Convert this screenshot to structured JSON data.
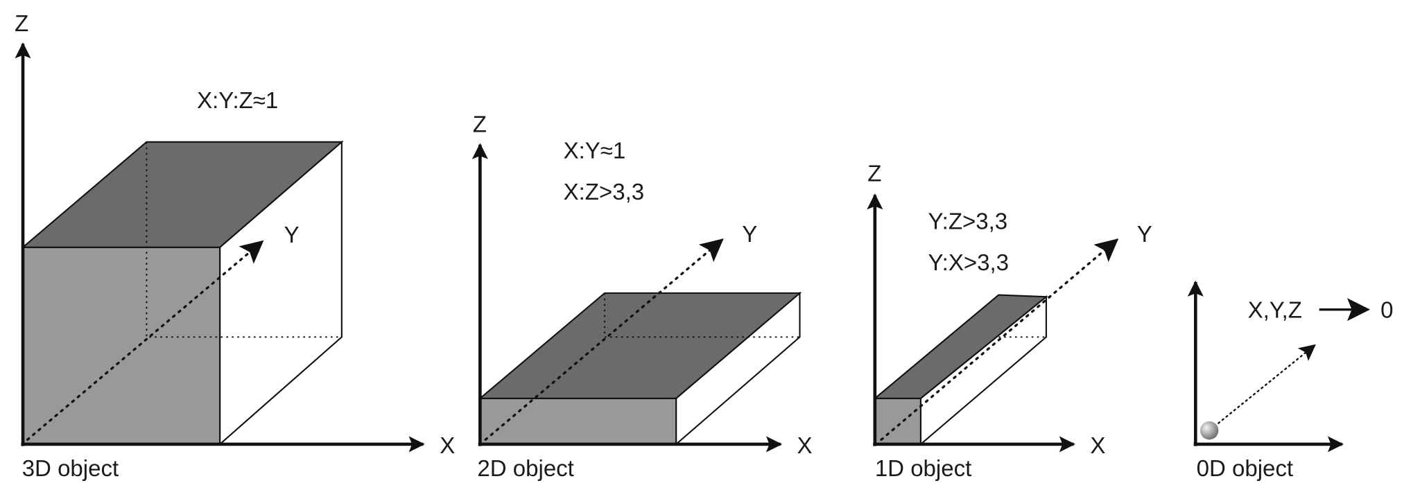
{
  "colors": {
    "front_face": "#999999",
    "top_face": "#6b6b6b",
    "side_face": "#ffffff",
    "line": "#111111"
  },
  "panels": [
    {
      "axis_z": "Z",
      "axis_y": "Y",
      "axis_x": "X",
      "ratios": [
        "X:Y:Z≈1"
      ],
      "caption": "3D object"
    },
    {
      "axis_z": "Z",
      "axis_y": "Y",
      "axis_x": "X",
      "ratios": [
        "X:Y≈1",
        "X:Z>3,3"
      ],
      "caption": "2D object"
    },
    {
      "axis_z": "Z",
      "axis_y": "Y",
      "axis_x": "X",
      "ratios": [
        "Y:Z>3,3",
        "Y:X>3,3"
      ],
      "caption": "1D object"
    },
    {
      "limit_vars": "X,Y,Z",
      "limit_value": "0",
      "caption": "0D object"
    }
  ]
}
